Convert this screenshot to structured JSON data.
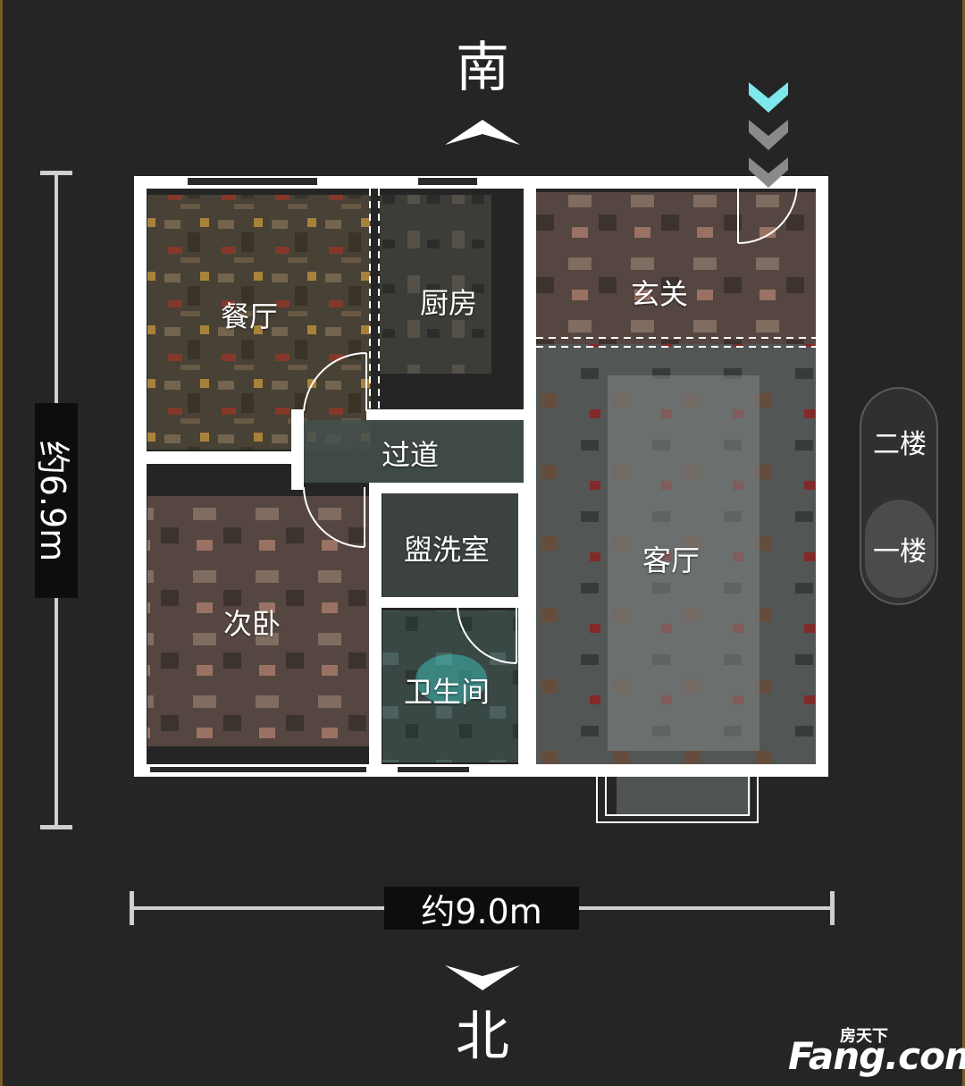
{
  "compass": {
    "top": "南",
    "bottom": "北"
  },
  "dimensions": {
    "height": "约6.9m",
    "width": "约9.0m"
  },
  "rooms": {
    "dining": "餐厅",
    "kitchen": "厨房",
    "entrance": "玄关",
    "corridor": "过道",
    "washroom": "盥洗室",
    "living": "客厅",
    "bedroom2": "次卧",
    "bathroom": "卫生间"
  },
  "floor_switch": {
    "upper": "二楼",
    "lower": "一楼",
    "selected": "一楼"
  },
  "watermark": {
    "small": "房天下",
    "big": "Fang.com"
  },
  "colors": {
    "background": "#252525",
    "wall": "#ffffff",
    "entry_arrow": "#7fe8ec",
    "entry_arrow_dim": "#8a8a8a"
  }
}
